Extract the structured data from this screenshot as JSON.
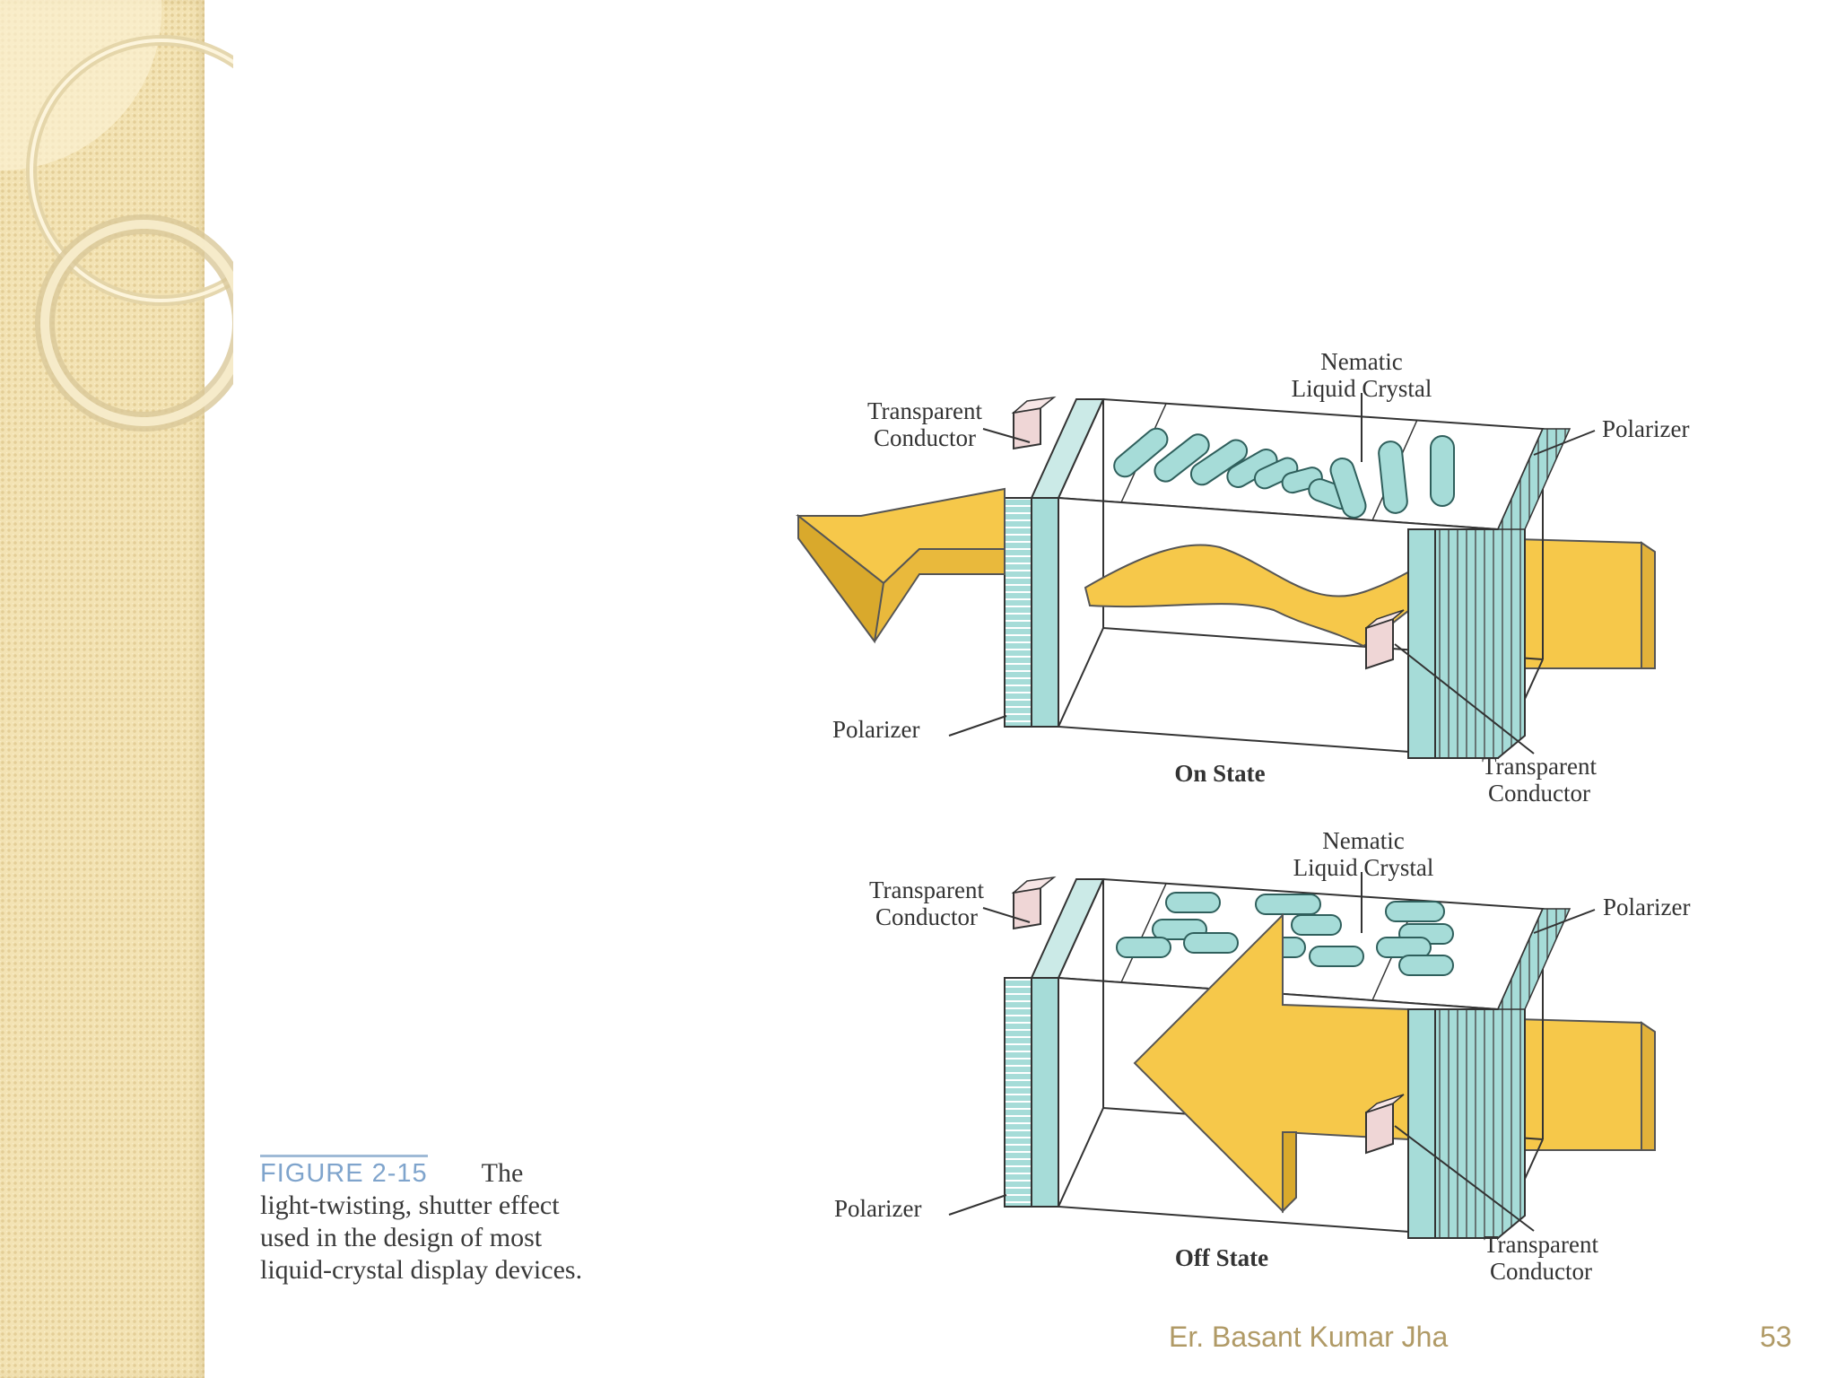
{
  "figure": {
    "number": "FIGURE 2-15",
    "caption_lines": [
      "The",
      "light-twisting, shutter effect",
      "used in the design of most",
      "liquid-crystal display devices."
    ]
  },
  "on_state": {
    "title": "On State",
    "label_nematic": [
      "Nematic",
      "Liquid Crystal"
    ],
    "label_conductor_left": [
      "Transparent",
      "Conductor"
    ],
    "label_polarizer_right": "Polarizer",
    "label_polarizer_left": "Polarizer",
    "label_conductor_right": [
      "Transparent",
      "Conductor"
    ]
  },
  "off_state": {
    "title": "Off State",
    "label_nematic": [
      "Nematic",
      "Liquid Crystal"
    ],
    "label_conductor_left": [
      "Transparent",
      "Conductor"
    ],
    "label_polarizer_right": "Polarizer",
    "label_polarizer_left": "Polarizer",
    "label_conductor_right": [
      "Transparent",
      "Conductor"
    ]
  },
  "footer": {
    "author": "Er. Basant Kumar Jha",
    "page_number": "53"
  },
  "colors": {
    "arrow": "#f6c84a",
    "crystal": "#a6dcd8",
    "conductor": "#efd6d6",
    "footer_text": "#b09a66",
    "figure_number": "#7fa4cc"
  }
}
